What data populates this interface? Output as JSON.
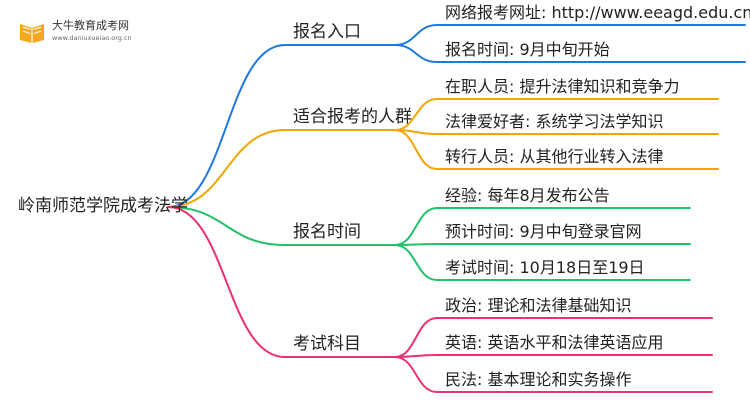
{
  "logo": {
    "name": "大牛教育成考网",
    "url": "www.daniuxueiao.org.cn",
    "icon": "book-logo-icon"
  },
  "colors": {
    "blue": "#1f7ae0",
    "orange": "#f0a500",
    "green": "#22c06a",
    "pink": "#e8336d"
  },
  "root": {
    "label": "岭南师范学院成考法学"
  },
  "branches": [
    {
      "label": "报名入口",
      "color": "blue",
      "children": [
        {
          "label": "网络报考网址: http://www.eeagd.edu.cn/cr"
        },
        {
          "label": "报名时间: 9月中旬开始"
        }
      ]
    },
    {
      "label": "适合报考的人群",
      "color": "orange",
      "children": [
        {
          "label": "在职人员: 提升法律知识和竞争力"
        },
        {
          "label": "法律爱好者: 系统学习法学知识"
        },
        {
          "label": "转行人员: 从其他行业转入法律"
        }
      ]
    },
    {
      "label": "报名时间",
      "color": "green",
      "children": [
        {
          "label": "经验: 每年8月发布公告"
        },
        {
          "label": "预计时间: 9月中旬登录官网"
        },
        {
          "label": "考试时间: 10月18日至19日"
        }
      ]
    },
    {
      "label": "考试科目",
      "color": "pink",
      "children": [
        {
          "label": "政治: 理论和法律基础知识"
        },
        {
          "label": "英语: 英语水平和法律英语应用"
        },
        {
          "label": "民法: 基本理论和实务操作"
        }
      ]
    }
  ]
}
